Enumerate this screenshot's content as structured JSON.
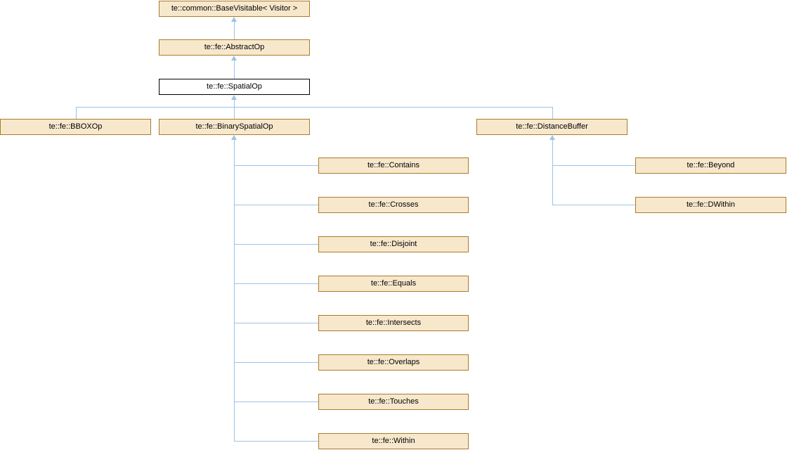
{
  "diagram": {
    "kind": "class-inheritance-diagram",
    "colors": {
      "node_fill": "#F7E8CC",
      "node_border": "#AA7B2C",
      "current_node_fill": "#FFFFFF",
      "current_node_border": "#000000",
      "edge_color": "#9CC3E4",
      "text_color": "#000000",
      "background": "#FFFFFF"
    },
    "nodes": [
      {
        "label": "te::common::BaseVisitable< Visitor >",
        "role": "base"
      },
      {
        "label": "te::fe::AbstractOp",
        "role": "base"
      },
      {
        "label": "te::fe::SpatialOp",
        "role": "current"
      },
      {
        "label": "te::fe::BBOXOp",
        "role": "derived"
      },
      {
        "label": "te::fe::BinarySpatialOp",
        "role": "derived"
      },
      {
        "label": "te::fe::DistanceBuffer",
        "role": "derived"
      },
      {
        "label": "te::fe::Contains",
        "role": "derived"
      },
      {
        "label": "te::fe::Crosses",
        "role": "derived"
      },
      {
        "label": "te::fe::Disjoint",
        "role": "derived"
      },
      {
        "label": "te::fe::Equals",
        "role": "derived"
      },
      {
        "label": "te::fe::Intersects",
        "role": "derived"
      },
      {
        "label": "te::fe::Overlaps",
        "role": "derived"
      },
      {
        "label": "te::fe::Touches",
        "role": "derived"
      },
      {
        "label": "te::fe::Within",
        "role": "derived"
      },
      {
        "label": "te::fe::Beyond",
        "role": "derived"
      },
      {
        "label": "te::fe::DWithin",
        "role": "derived"
      }
    ],
    "edges": [
      {
        "child": "te::fe::AbstractOp",
        "parent": "te::common::BaseVisitable< Visitor >"
      },
      {
        "child": "te::fe::SpatialOp",
        "parent": "te::fe::AbstractOp"
      },
      {
        "child": "te::fe::BBOXOp",
        "parent": "te::fe::SpatialOp"
      },
      {
        "child": "te::fe::BinarySpatialOp",
        "parent": "te::fe::SpatialOp"
      },
      {
        "child": "te::fe::DistanceBuffer",
        "parent": "te::fe::SpatialOp"
      },
      {
        "child": "te::fe::Contains",
        "parent": "te::fe::BinarySpatialOp"
      },
      {
        "child": "te::fe::Crosses",
        "parent": "te::fe::BinarySpatialOp"
      },
      {
        "child": "te::fe::Disjoint",
        "parent": "te::fe::BinarySpatialOp"
      },
      {
        "child": "te::fe::Equals",
        "parent": "te::fe::BinarySpatialOp"
      },
      {
        "child": "te::fe::Intersects",
        "parent": "te::fe::BinarySpatialOp"
      },
      {
        "child": "te::fe::Overlaps",
        "parent": "te::fe::BinarySpatialOp"
      },
      {
        "child": "te::fe::Touches",
        "parent": "te::fe::BinarySpatialOp"
      },
      {
        "child": "te::fe::Within",
        "parent": "te::fe::BinarySpatialOp"
      },
      {
        "child": "te::fe::Beyond",
        "parent": "te::fe::DistanceBuffer"
      },
      {
        "child": "te::fe::DWithin",
        "parent": "te::fe::DistanceBuffer"
      }
    ]
  }
}
